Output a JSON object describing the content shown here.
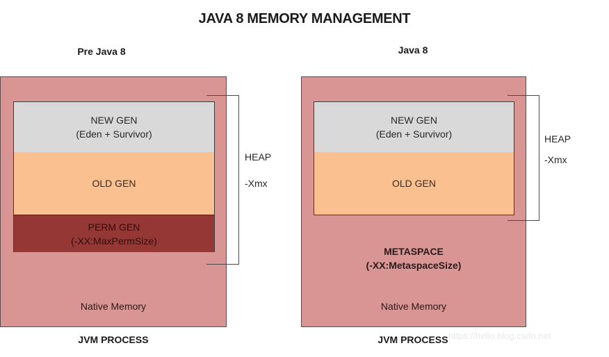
{
  "title": "JAVA 8 MEMORY MANAGEMENT",
  "colors": {
    "jvm_process": "#d99594",
    "new_gen": "#d9d9d9",
    "old_gen": "#fac090",
    "perm_gen": "#953735"
  },
  "pre_java8": {
    "heading": "Pre Java 8",
    "new_gen": {
      "line1": "NEW GEN",
      "line2": "(Eden + Survivor)"
    },
    "old_gen": {
      "line1": "OLD GEN"
    },
    "perm_gen": {
      "line1": "PERM GEN",
      "line2": "(-XX:MaxPermSize)"
    },
    "heap": {
      "label": "HEAP",
      "flag": "-Xmx"
    },
    "native_memory": "Native Memory",
    "footer": "JVM PROCESS"
  },
  "java8": {
    "heading": "Java 8",
    "new_gen": {
      "line1": "NEW GEN",
      "line2": "(Eden + Survivor)"
    },
    "old_gen": {
      "line1": "OLD GEN"
    },
    "metaspace": {
      "line1": "METASPACE",
      "line2": "(-XX:MetaspaceSize)"
    },
    "heap": {
      "label": "HEAP",
      "flag": "-Xmx"
    },
    "native_memory": "Native Memory",
    "footer": "JVM PROCESS"
  },
  "watermark": "https://hello.blog.csdn.net"
}
